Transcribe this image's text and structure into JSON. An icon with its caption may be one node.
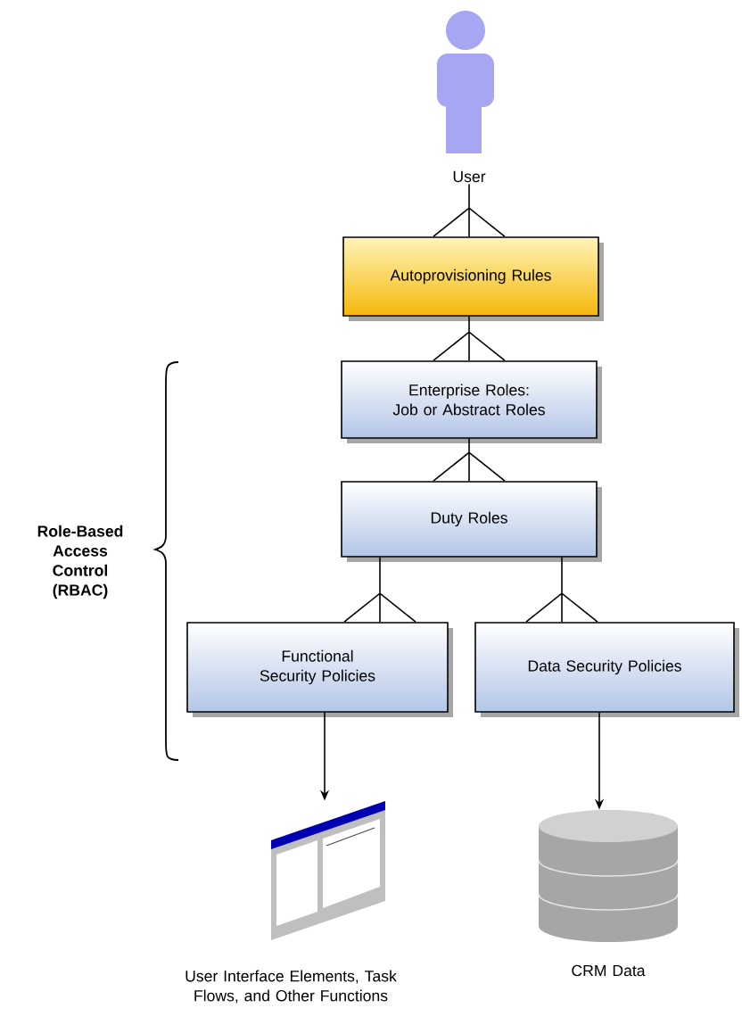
{
  "diagram": {
    "nodes": [
      {
        "text": [
          "User"
        ]
      },
      {
        "text": [
          "Autoprovisioning Rules"
        ]
      },
      {
        "text": [
          "Enterprise Roles:",
          "Job or Abstract Roles"
        ]
      },
      {
        "text": [
          "Duty Roles"
        ]
      },
      {
        "text": [
          "Functional Security Policies"
        ]
      },
      {
        "text": [
          "Data Security Policies"
        ]
      },
      {
        "text": [],
        "shape": "picture",
        "beside": [
          "User Interface Elements, Task Flows, and Other Functions"
        ]
      },
      {
        "text": [],
        "shape": "cylinder",
        "beside": [
          "CRM Data"
        ]
      }
    ],
    "edges": [
      {
        "from": 0,
        "to": 1,
        "arrow": "other"
      },
      {
        "from": 1,
        "to": 2,
        "arrow": "other"
      },
      {
        "from": 2,
        "to": 3,
        "arrow": "other"
      },
      {
        "from": 3,
        "to": 4,
        "arrow": "other"
      },
      {
        "from": 3,
        "to": 5,
        "arrow": "other"
      },
      {
        "from": 4,
        "to": 6,
        "arrow": "to"
      },
      {
        "from": 5,
        "to": 7,
        "arrow": "to"
      }
    ],
    "labels": [
      "Role-Based Access Control (RBAC)"
    ]
  }
}
